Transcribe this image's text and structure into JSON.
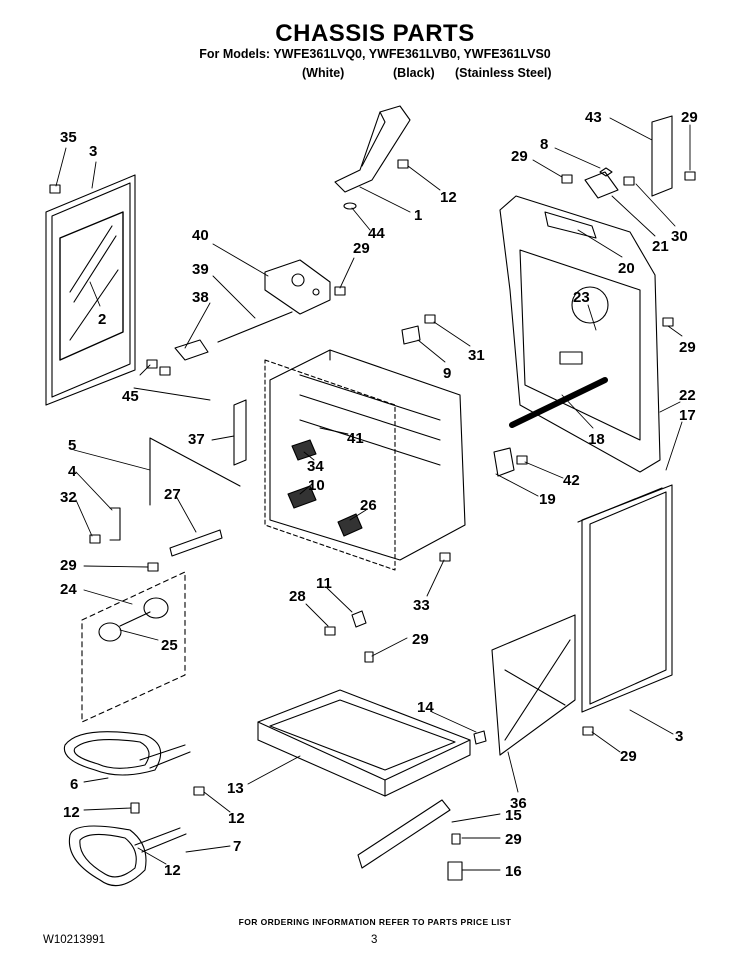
{
  "header": {
    "title": "CHASSIS PARTS",
    "models": "For Models: YWFE361LVQ0, YWFE361LVB0, YWFE361LVS0",
    "variant_white": "(White)",
    "variant_black": "(Black)",
    "variant_stainless": "(Stainless Steel)"
  },
  "callouts": {
    "c35": "35",
    "c3a": "3",
    "c2": "2",
    "c45": "45",
    "c40": "40",
    "c39": "39",
    "c38": "38",
    "c29a": "29",
    "c44": "44",
    "c1": "1",
    "c12a": "12",
    "c9": "9",
    "c31": "31",
    "c43": "43",
    "c29b": "29",
    "c8": "8",
    "c29c": "29",
    "c30": "30",
    "c21": "21",
    "c20": "20",
    "c23": "23",
    "c29d": "29",
    "c22": "22",
    "c17": "17",
    "c18": "18",
    "c42": "42",
    "c19": "19",
    "c37": "37",
    "c41": "41",
    "c34": "34",
    "c10": "10",
    "c5": "5",
    "c4": "4",
    "c32": "32",
    "c27": "27",
    "c26": "26",
    "c29e": "29",
    "c24": "24",
    "c25": "25",
    "c33": "33",
    "c28": "28",
    "c11": "11",
    "c29f": "29",
    "c14": "14",
    "c3b": "3",
    "c29g": "29",
    "c13": "13",
    "c36": "36",
    "c6": "6",
    "c12b": "12",
    "c12c": "12",
    "c7": "7",
    "c12d": "12",
    "c15": "15",
    "c29h": "29",
    "c16": "16"
  },
  "footer": {
    "ordering_note": "FOR ORDERING INFORMATION REFER TO PARTS PRICE LIST",
    "doc_number": "W10213991",
    "page_number": "3"
  }
}
